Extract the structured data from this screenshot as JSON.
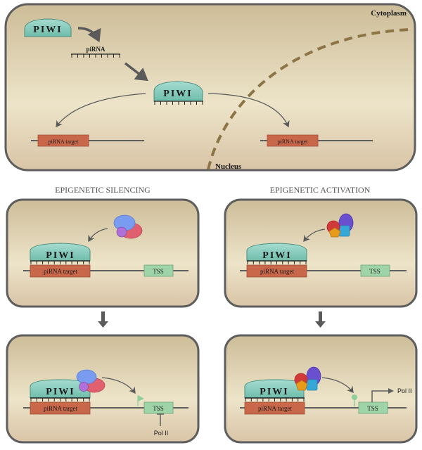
{
  "top_panel": {
    "region_cytoplasm": "Cytoplasm",
    "region_nucleus": "Nucleus",
    "piwi_free_label": "PIWI",
    "pirna_label": "piRNA",
    "piwi_loaded_label": "PIWI",
    "target_left_label": "piRNA target",
    "target_right_label": "piRNA target"
  },
  "sections": {
    "silencing_title": "EPIGENETIC SILENCING",
    "activation_title": "EPIGENETIC ACTIVATION"
  },
  "silencing_before": {
    "piwi_label": "PIWI",
    "target_label": "piRNA target",
    "tss_label": "TSS"
  },
  "silencing_after": {
    "piwi_label": "PIWI",
    "target_label": "piRNA target",
    "tss_label": "TSS",
    "polymerase_label": "Pol II",
    "polymerase_state": "blocked"
  },
  "activation_before": {
    "piwi_label": "PIWI",
    "target_label": "piRNA target",
    "tss_label": "TSS"
  },
  "activation_after": {
    "piwi_label": "PIWI",
    "target_label": "piRNA target",
    "tss_label": "TSS",
    "polymerase_label": "Pol II",
    "polymerase_state": "transcribing"
  },
  "colors": {
    "panel_top": "#cfbf9a",
    "panel_mid": "#ede3c8",
    "panel_border": "#5e5e5e",
    "piwi_fill": "#8fcfc0",
    "target_fill": "#c9674a",
    "tss_fill": "#9fd4a8",
    "membrane": "#8b7445",
    "arrow": "#5a5a5a"
  }
}
